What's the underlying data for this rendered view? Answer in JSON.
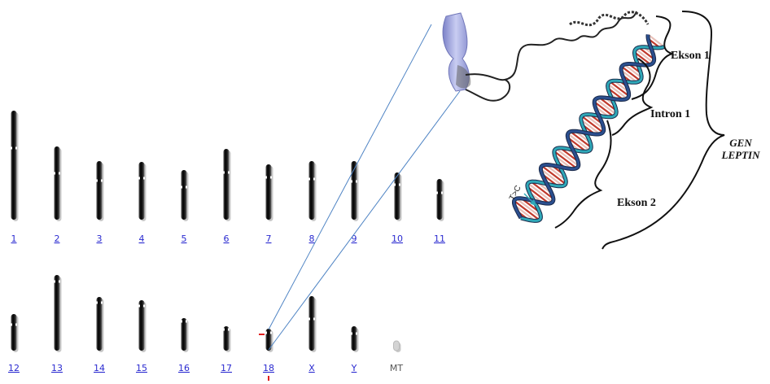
{
  "karyotype": {
    "row1": [
      "1",
      "2",
      "3",
      "4",
      "5",
      "6",
      "7",
      "8",
      "9",
      "10",
      "11"
    ],
    "row2": [
      "12",
      "13",
      "14",
      "15",
      "16",
      "17",
      "18",
      "X",
      "Y",
      "MT"
    ],
    "highlighted": "18"
  },
  "gene": {
    "ekson1": "Ekson 1",
    "intron1": "Intron 1",
    "ekson2": "Ekson 2",
    "title_line1": "GEN",
    "title_line2": "LEPTIN",
    "mutation": "T>C"
  },
  "colors": {
    "link": "#2a2ad0",
    "chromosome": "#111111",
    "connector": "#4f84c4",
    "marker": "#e02020",
    "ideogram": "#a9aee0",
    "strand": "#2fa8b8",
    "rung": "#c0392b"
  }
}
